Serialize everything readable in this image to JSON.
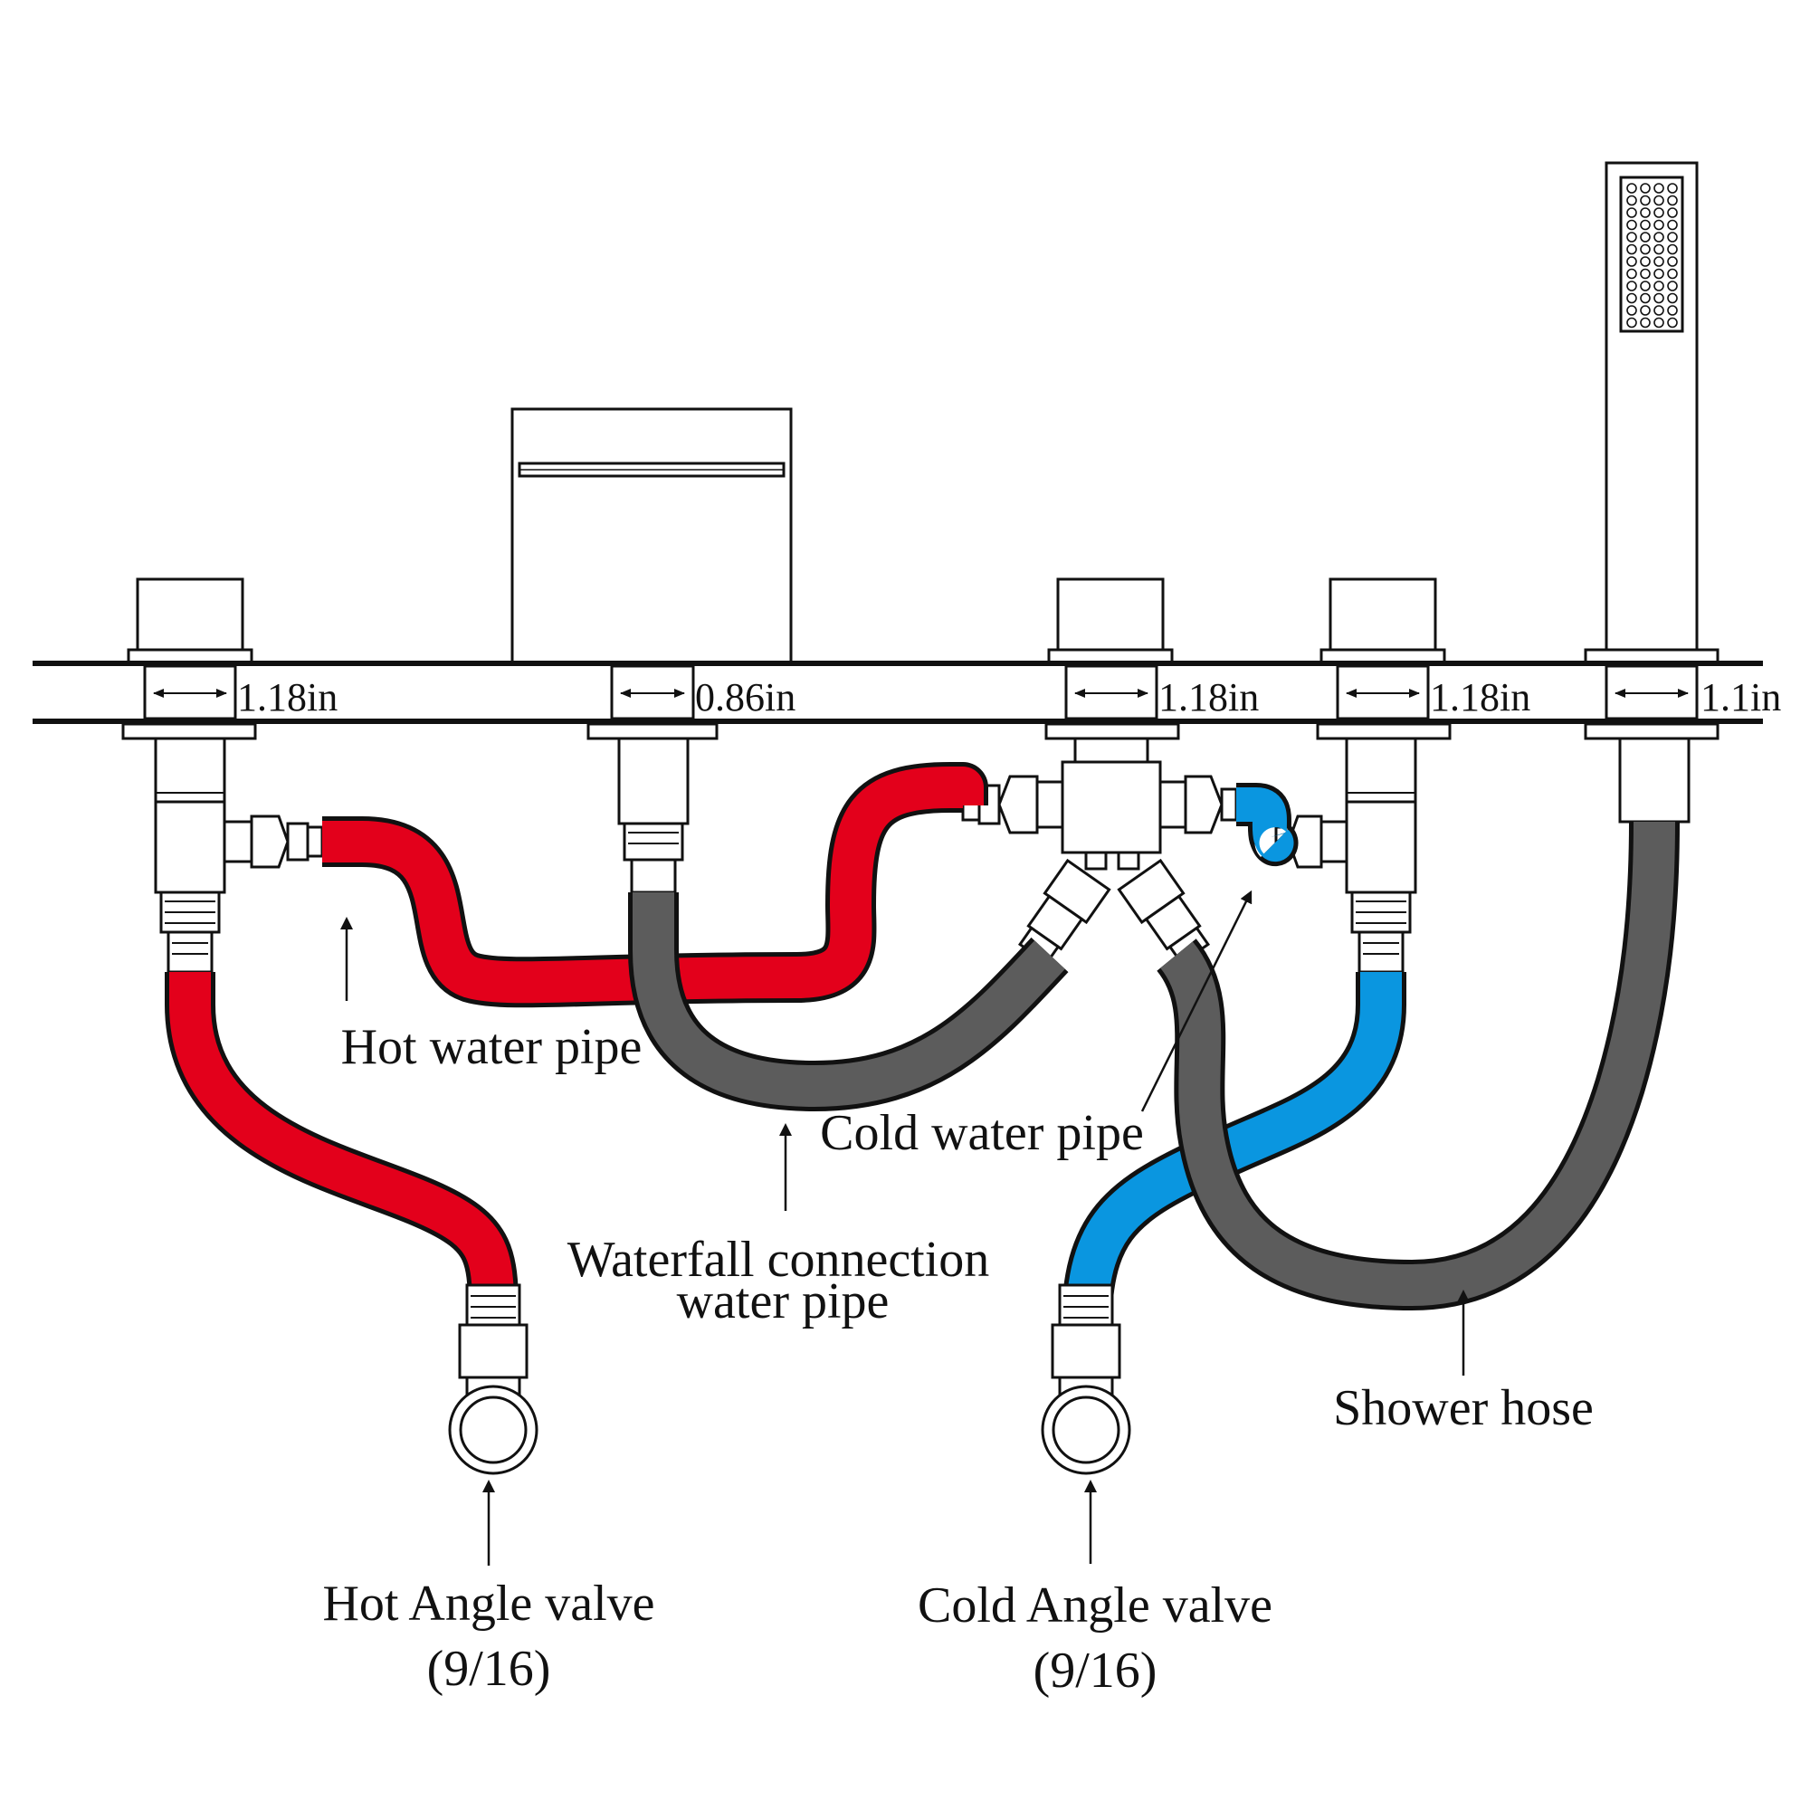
{
  "labels": {
    "hot_water_pipe": "Hot water pipe",
    "cold_water_pipe": "Cold water pipe",
    "waterfall_line1": "Waterfall connection",
    "waterfall_line2": "water pipe",
    "hot_angle_valve": "Hot Angle valve",
    "hot_angle_size": "(9/16)",
    "cold_angle_valve": "Cold Angle valve",
    "cold_angle_size": "(9/16)",
    "shower_hose": "Shower hose"
  },
  "dimensions": {
    "hole1": "1.18in",
    "hole2": "0.86in",
    "hole3": "1.18in",
    "hole4": "1.18in",
    "hole5": "1.1in"
  },
  "colors": {
    "hot": "#e3001b",
    "cold": "#0a96e0",
    "hose": "#5c5c5c",
    "outline": "#111111"
  }
}
